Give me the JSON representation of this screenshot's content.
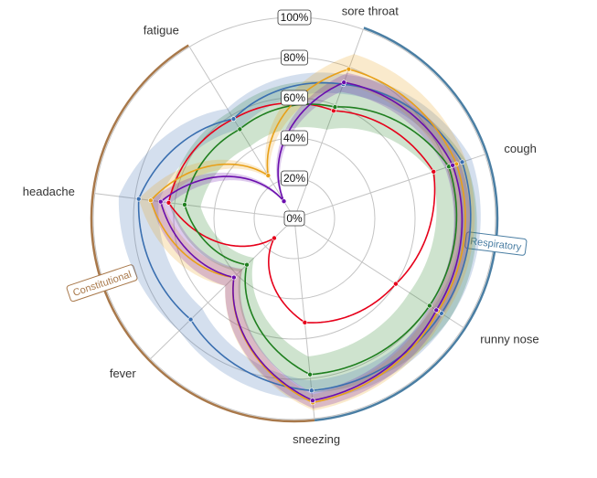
{
  "chart_data": {
    "type": "radar",
    "axes": [
      "sore throat",
      "cough",
      "runny nose",
      "sneezing",
      "fever",
      "headache",
      "fatigue"
    ],
    "rlim": [
      0,
      100
    ],
    "tick_labels": [
      "0%",
      "20%",
      "40%",
      "60%",
      "80%",
      "100%"
    ],
    "tick_values": [
      0,
      20,
      40,
      60,
      80,
      100
    ],
    "groups": [
      {
        "label": "Respiratory",
        "color": "#4a7ea3",
        "axes": [
          "sore throat",
          "cough",
          "runny nose",
          "sneezing"
        ]
      },
      {
        "label": "Constitutional",
        "color": "#a8784a",
        "axes": [
          "sneezing",
          "fever",
          "headache",
          "fatigue"
        ]
      }
    ],
    "grid": true,
    "series": [
      {
        "color": "#e6001a",
        "values": [
          57,
          73,
          60,
          52,
          14,
          63,
          58
        ],
        "band": [
          0,
          0,
          0,
          0,
          0,
          0,
          0
        ]
      },
      {
        "color": "#1f7f1f",
        "values": [
          59,
          81,
          80,
          78,
          33,
          55,
          52
        ],
        "band": [
          12,
          9,
          12,
          9,
          5,
          8,
          10
        ]
      },
      {
        "color": "#3a6fb0",
        "values": [
          71,
          88,
          87,
          86,
          72,
          78,
          58
        ],
        "band": [
          5,
          5,
          5,
          5,
          8,
          10,
          6
        ]
      },
      {
        "color": "#e8a018",
        "values": [
          79,
          85,
          85,
          92,
          42,
          72,
          25
        ],
        "band": [
          8,
          5,
          4,
          4,
          6,
          6,
          2
        ]
      },
      {
        "color": "#6a0dad",
        "values": [
          72,
          83,
          84,
          91,
          42,
          67,
          10
        ],
        "band": [
          5,
          4,
          4,
          4,
          6,
          5,
          2
        ]
      }
    ]
  }
}
